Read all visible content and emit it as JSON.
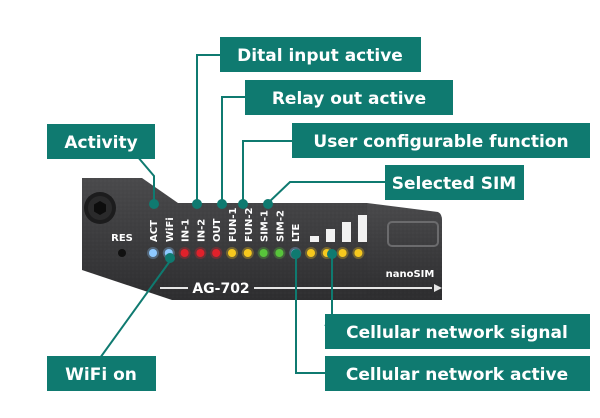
{
  "device": {
    "model": "AG-702",
    "res_label": "RES",
    "sim_slot_label": "nanoSIM",
    "labels": [
      "ACT",
      "WiFi",
      "IN-1",
      "IN-2",
      "OUT",
      "FUN-1",
      "FUN-2",
      "SIM-1",
      "SIM-2",
      "LTE"
    ],
    "led_colors": [
      "blue",
      "blue",
      "red",
      "red",
      "red",
      "yellow",
      "yellow",
      "green",
      "green",
      "blue",
      "yellow",
      "yellow",
      "yellow",
      "yellow"
    ],
    "signal_bar_count": 4
  },
  "callouts": [
    {
      "id": "digital-input",
      "text": "Dital input active"
    },
    {
      "id": "relay-out",
      "text": "Relay out active"
    },
    {
      "id": "user-function",
      "text": "User configurable function"
    },
    {
      "id": "selected-sim",
      "text": "Selected SIM"
    },
    {
      "id": "activity",
      "text": "Activity"
    },
    {
      "id": "cellular-signal",
      "text": "Cellular network signal"
    },
    {
      "id": "wifi-on",
      "text": "WiFi on"
    },
    {
      "id": "cellular-active",
      "text": "Cellular network active"
    }
  ],
  "colors": {
    "callout_bg": "#0f7a70",
    "callout_text": "#ffffff",
    "device_body": "#3c3c3e",
    "led_blue": "#8ec9ff",
    "led_red": "#e0212b",
    "led_yellow": "#f6c81e",
    "led_green": "#58c43b"
  }
}
